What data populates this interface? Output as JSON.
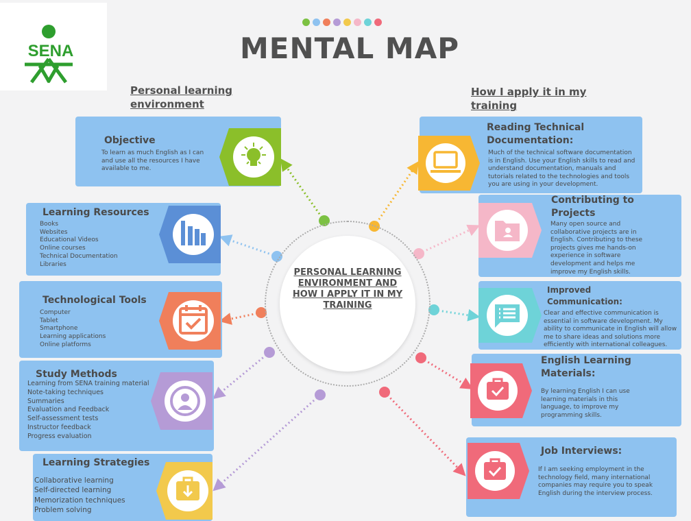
{
  "logo": {
    "text": "SENA",
    "color": "#2e9e2e"
  },
  "title": "MENTAL MAP",
  "title_dots": [
    "#7cc143",
    "#8ec2f0",
    "#f07f5b",
    "#b59bd6",
    "#f2c94c",
    "#f5b7c8",
    "#6ed3d8",
    "#f06a7a"
  ],
  "left_heading": "Personal learning environment",
  "right_heading": "How I apply it in my training",
  "center": {
    "text": "PERSONAL LEARNING ENVIRONMENT AND HOW I APPLY IT IN MY TRAINING"
  },
  "left": [
    {
      "title": "Objective",
      "text": "To learn as much English as I can and use all the resources I have available to me.",
      "icon": "lightbulb-icon",
      "color": "#8bbf2a"
    },
    {
      "title": "Learning Resources",
      "items": [
        "Books",
        "Websites",
        "Educational Videos",
        "Online courses",
        "Technical Documentation",
        "Libraries"
      ],
      "icon": "bar-chart-icon",
      "color": "#5b8fd6"
    },
    {
      "title": "Technological Tools",
      "items": [
        "Computer",
        "Tablet",
        "Smartphone",
        "Learning applications",
        "Online platforms"
      ],
      "icon": "calendar-check-icon",
      "color": "#f07f5b"
    },
    {
      "title": "Study Methods",
      "items": [
        "Learning from SENA training material",
        "Note-taking techniques",
        "Summaries",
        "Evaluation and Feedback",
        "Self-assessment tests",
        "Instructor feedback",
        "Progress evaluation"
      ],
      "icon": "user-icon",
      "color": "#b59bd6"
    },
    {
      "title": "Learning Strategies",
      "items": [
        "Collaborative learning",
        "Self-directed learning",
        "Memorization techniques",
        "Problem solving"
      ],
      "icon": "download-box-icon",
      "color": "#f2c94c"
    }
  ],
  "right": [
    {
      "title": "Reading Technical Documentation:",
      "text": "Much of the technical software documentation is in English. Use your English skills to read and understand documentation, manuals and tutorials related to the technologies and tools you are using in your development.",
      "icon": "laptop-icon",
      "color": "#f7b733"
    },
    {
      "title": "Contributing to Projects",
      "text": "Many open source and collaborative projects are in English. Contributing to these projects gives me hands-on experience in software development and helps me improve my English skills.",
      "icon": "folder-user-icon",
      "color": "#f5b7c8"
    },
    {
      "title": "Improved Communication:",
      "text": "Clear and effective communication is essential in software development. My ability to communicate in English will allow me to share ideas and solutions more efficiently with international colleagues.",
      "icon": "chat-list-icon",
      "color": "#6ed3d8"
    },
    {
      "title": "English Learning Materials:",
      "text": "By learning English I can use learning materials in this language, to improve my programming skills.",
      "icon": "briefcase-check-icon",
      "color": "#f06a7a"
    },
    {
      "title": "Job Interviews:",
      "text": "If I am seeking employment in the technology field, many international companies may require you to speak English during the interview process.",
      "icon": "briefcase-check-icon",
      "color": "#f06a7a"
    }
  ]
}
